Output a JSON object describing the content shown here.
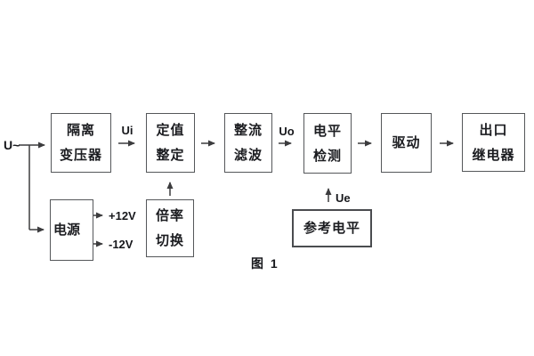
{
  "figure": {
    "caption": "图 1"
  },
  "labels": {
    "input": "U~",
    "ui": "Ui",
    "uo": "Uo",
    "ue": "Ue",
    "rail_pos": "+12V",
    "rail_neg": "-12V"
  },
  "blocks": {
    "isolation_transformer": {
      "line1": "隔离",
      "line2": "变压器"
    },
    "setting_adjust": {
      "line1": "定值",
      "line2": "整定"
    },
    "rectifier_filter": {
      "line1": "整流",
      "line2": "滤波"
    },
    "level_detect": {
      "line1": "电平",
      "line2": "检测"
    },
    "driver": {
      "line1": "驱动"
    },
    "output_relay": {
      "line1": "出口",
      "line2": "继电器"
    },
    "power_supply": {
      "line1": "电源"
    },
    "ratio_switch": {
      "line1": "倍率",
      "line2": "切换"
    },
    "reference_level": {
      "line1": "参考电平"
    }
  },
  "colors": {
    "wire": "#3c3c3e",
    "box_border": "#55575a",
    "text": "#1b1c20",
    "background": "#ffffff"
  }
}
